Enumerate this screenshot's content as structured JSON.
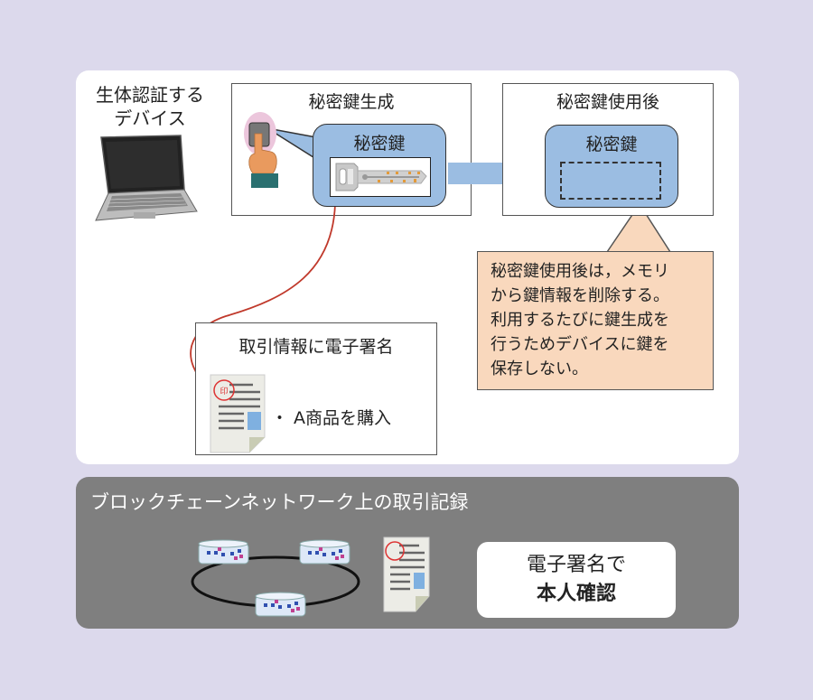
{
  "device": {
    "label_line1": "生体認証する",
    "label_line2": "デバイス"
  },
  "key_generation": {
    "title": "秘密鍵生成",
    "key_label": "秘密鍵"
  },
  "after_use": {
    "title": "秘密鍵使用後",
    "key_label": "秘密鍵"
  },
  "note": {
    "lines": [
      "秘密鍵使用後は，メモリ",
      "から鍵情報を削除する。",
      "利用するたびに鍵生成を",
      "行うためデバイスに鍵を",
      "保存しない。"
    ]
  },
  "signature": {
    "title": "取引情報に電子署名",
    "item": "・ A商品を購入"
  },
  "blockchain": {
    "title": "ブロックチェーンネットワーク上の取引記録",
    "verify_line1": "電子署名で",
    "verify_line2": "本人確認"
  },
  "colors": {
    "background": "#dcd9ec",
    "key_blue": "#9bbde2",
    "note_peach": "#f9d8bd",
    "arrow_red": "#c0392b",
    "panel_gray": "#7f7f7f"
  }
}
